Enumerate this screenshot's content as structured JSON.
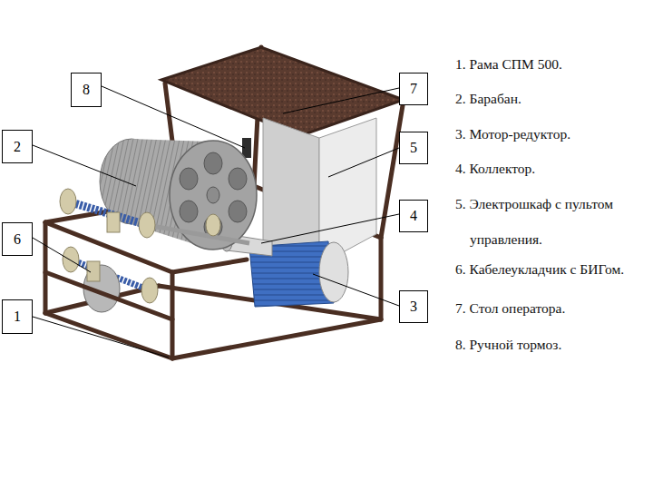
{
  "diagram": {
    "nodes": [
      {
        "text": [
          "8"
        ]
      },
      {
        "text": [
          "7"
        ]
      },
      {
        "text": [
          "2"
        ]
      },
      {
        "text": [
          "5"
        ]
      },
      {
        "text": [
          "4"
        ]
      },
      {
        "text": [
          "6"
        ]
      },
      {
        "text": [
          "3"
        ]
      },
      {
        "text": [
          "1"
        ]
      }
    ],
    "labels": [
      "1. Рама СПМ 500.",
      "2. Барабан.",
      "3. Мотор-редуктор.",
      "4. Коллектор.",
      "5. Электрошкаф с пультом управления.",
      "6. Кабелеукладчик с БИГом.",
      "7. Стол оператора.",
      "8. Ручной тормоз."
    ]
  }
}
